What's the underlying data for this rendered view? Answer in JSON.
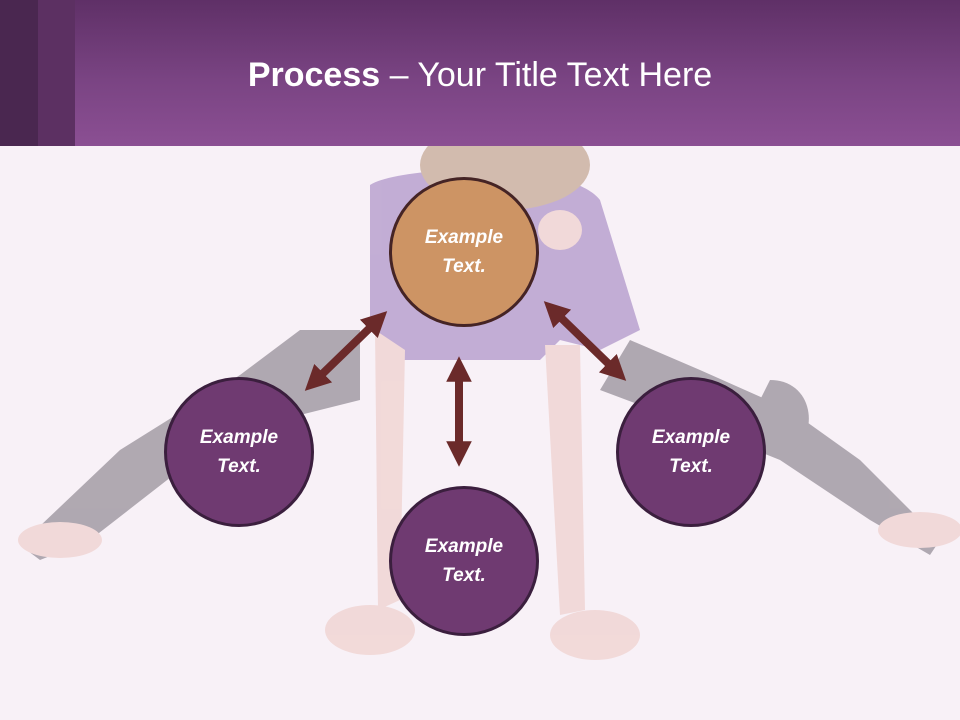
{
  "slide": {
    "title_bold": "Process",
    "title_dash": " – ",
    "title_rest": "Your Title Text Here"
  },
  "nodes": {
    "center": {
      "line1": "Example",
      "line2": "Text."
    },
    "left": {
      "line1": "Example",
      "line2": "Text."
    },
    "bottom": {
      "line1": "Example",
      "line2": "Text."
    },
    "right": {
      "line1": "Example",
      "line2": "Text."
    }
  },
  "colors": {
    "header": "#7a4483",
    "center_node": "#cd9464",
    "outer_node": "#6f3a71",
    "arrow": "#6b2a2a",
    "background": "#f8f1f7"
  }
}
